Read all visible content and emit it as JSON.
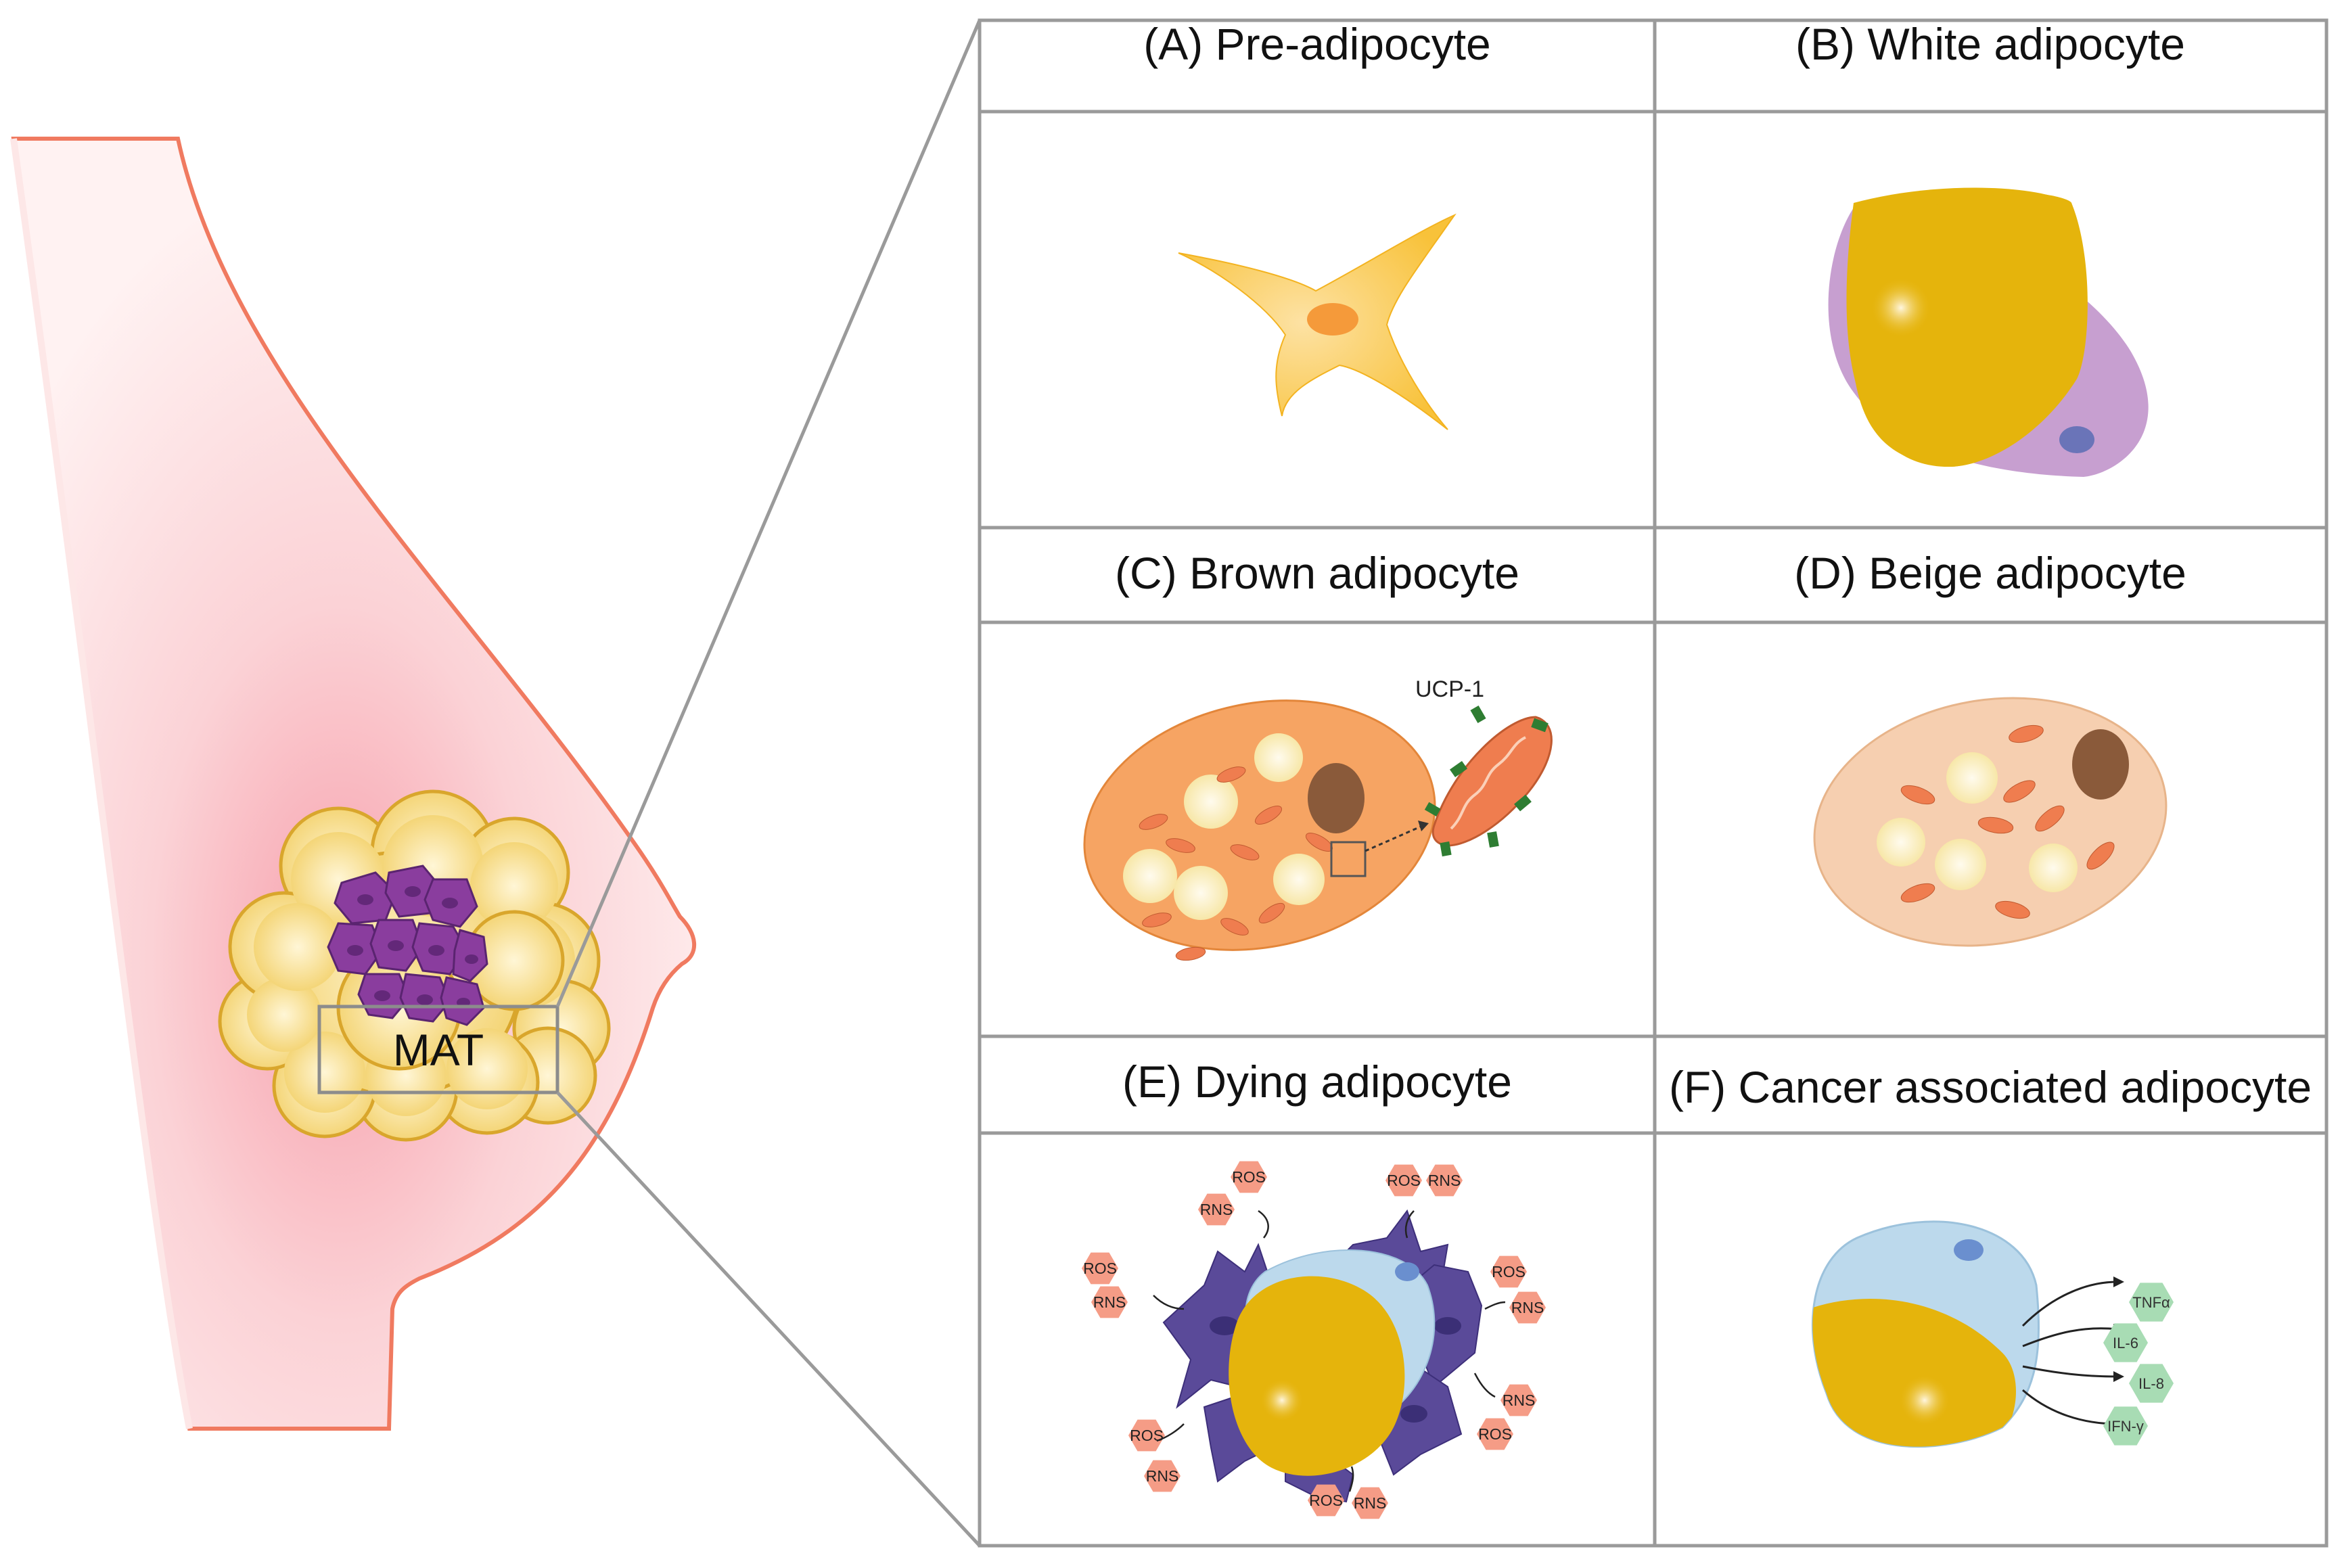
{
  "breast": {
    "mat_label": "MAT",
    "colors": {
      "outline": "#f07a60",
      "tissue": "#fde7e7",
      "fat": "#f3d26e",
      "tumor": "#7f3a94"
    }
  },
  "panels": [
    {
      "id": "A",
      "title": "(A) Pre-adipocyte"
    },
    {
      "id": "B",
      "title": "(B) White adipocyte"
    },
    {
      "id": "C",
      "title": "(C) Brown adipocyte",
      "callout": "UCP-1"
    },
    {
      "id": "D",
      "title": "(D) Beige adipocyte"
    },
    {
      "id": "E",
      "title": "(E) Dying adipocyte"
    },
    {
      "id": "F",
      "title": "(F) Cancer associated adipocyte"
    }
  ],
  "dying_tags": {
    "ros": "ROS",
    "rns": "RNS"
  },
  "cytokines": [
    "TNFα",
    "IL-6",
    "IL-8",
    "IFN-γ"
  ],
  "colors": {
    "lipid": "#e5b40c",
    "brown_cell": "#f6a463",
    "beige_cell": "#f6cfb0",
    "mitochondria": "#ef7d4f",
    "ucp1": "#2e7d32",
    "immune": "#5a4a99",
    "cytokine": "#a8dcb4",
    "ros_rns": "#f59c86",
    "cytoplasm_white": "#c79fd0",
    "cytoplasm_caa": "#bcd9ec"
  }
}
